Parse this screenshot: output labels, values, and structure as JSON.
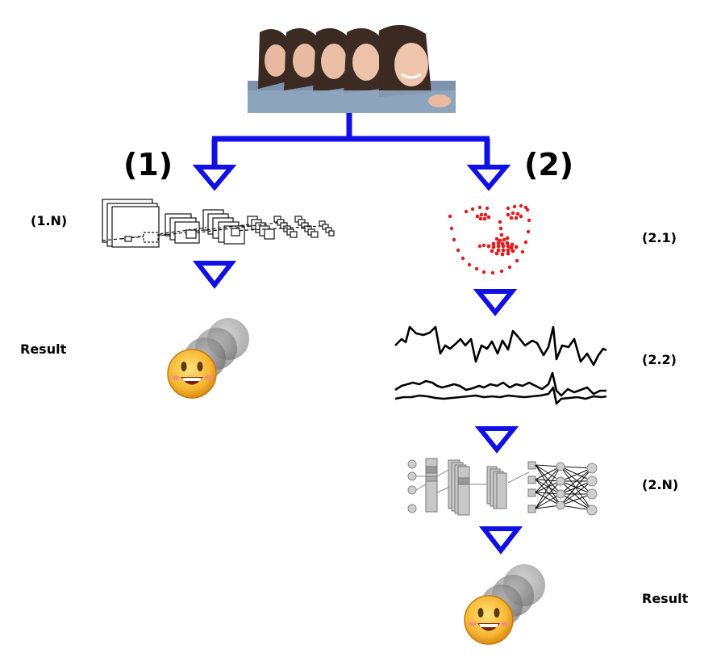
{
  "branches": {
    "left_label": "(1)",
    "right_label": "(2)"
  },
  "steps": {
    "left_network": "(1.N)",
    "left_result": "Result",
    "landmarks": "(2.1)",
    "signals": "(2.2)",
    "right_network": "(2.N)",
    "right_result": "Result"
  },
  "colors": {
    "arrow": "#1010e6",
    "landmark": "#e21b1b",
    "emoji_face": "#f7b733"
  },
  "icons": {
    "input": "face-video-frames-photo",
    "cnn": "cnn-architecture-icon",
    "landmarks": "facial-landmarks-icon",
    "signals": "time-series-signals-icon",
    "nn": "neural-network-icon",
    "result": "smiling-emoji-stack-icon"
  }
}
